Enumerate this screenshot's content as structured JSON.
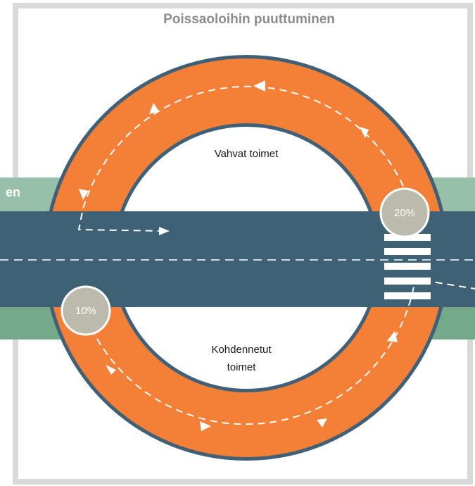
{
  "diagram": {
    "title": "Poissaoloihin puuttuminen",
    "left_band_label": "en",
    "inner_top_label": "Vahvat toimet",
    "inner_bottom_label_line1": "Kohdennetut",
    "inner_bottom_label_line2": "toimet",
    "badge_top_right": "20%",
    "badge_bottom_left": "10%"
  },
  "colors": {
    "frame": "#d9d9d9",
    "ring_orange": "#f47f36",
    "ring_outline": "#3f6076",
    "road": "#3e6175",
    "band_upper": "#98bfa8",
    "band_lower": "#75a98c",
    "badge_fill": "#bcb9ad",
    "badge_stroke": "#ffffff",
    "dash": "#ffffff"
  },
  "icons": {
    "crosswalk": "zebra-crossing-icon",
    "flow_arrows": "dashed-arrow-icon"
  }
}
